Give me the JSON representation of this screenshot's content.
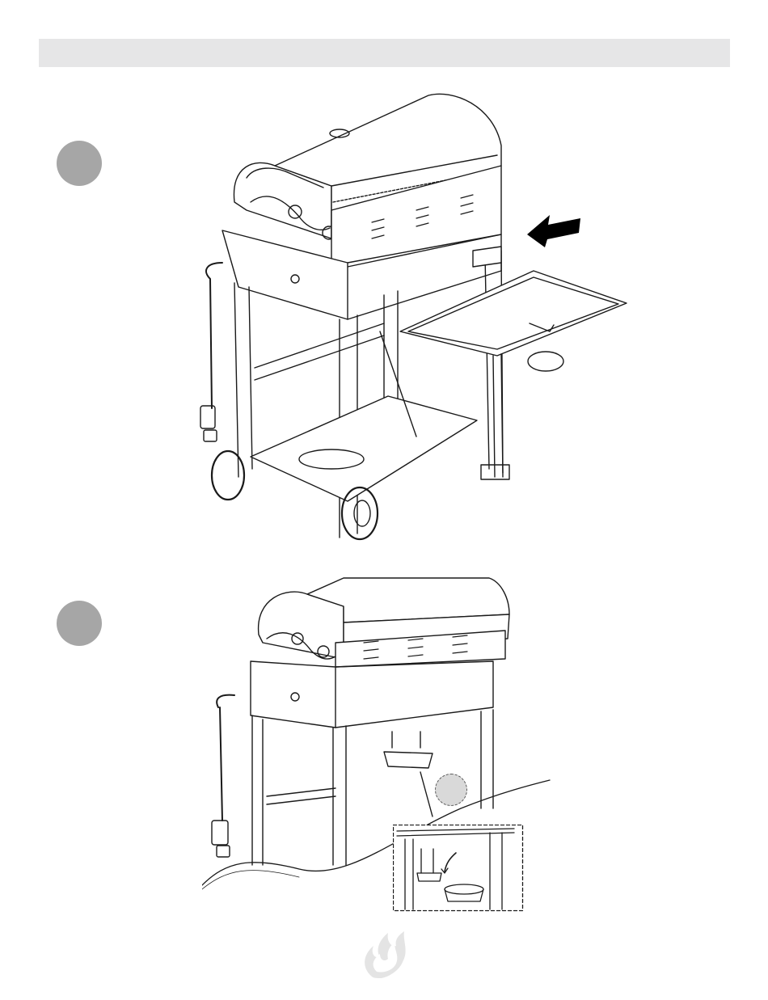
{
  "page": {
    "header_bar_color": "#e6e6e7",
    "step_marker_color": "#a6a6a6",
    "callout_marker_color": "#d9d9d9",
    "line_color": "#1a1a1a"
  },
  "steps": [
    {
      "id": "step-a",
      "illustration": "grill-with-side-shelf-being-attached",
      "arrow_icon": "arrow-left-icon"
    },
    {
      "id": "step-b",
      "illustration": "grill-with-grease-cup-hanging",
      "callout": "grease-cup-detail-inset"
    }
  ],
  "footer": {
    "logo_icon": "flame-logo-icon"
  }
}
